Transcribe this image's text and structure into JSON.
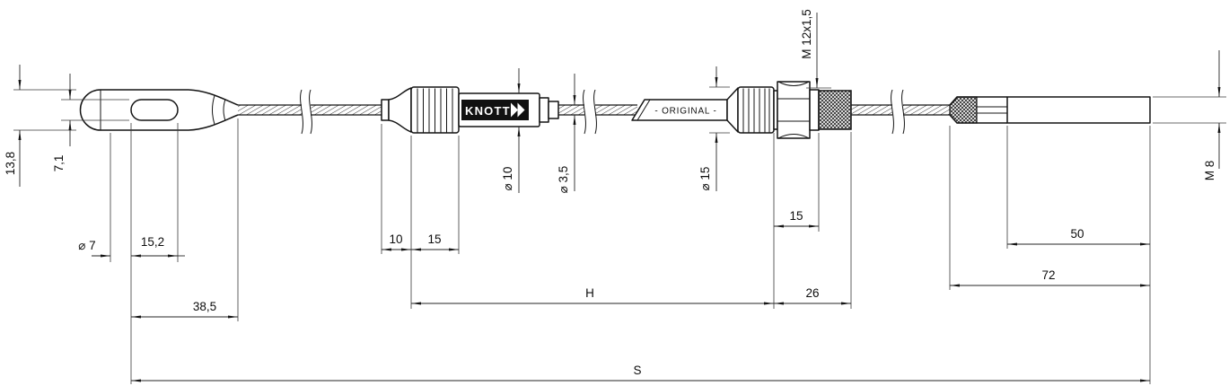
{
  "drawing": {
    "brand_label": "KNOTT",
    "original_label": "- ORIGINAL -",
    "dims": {
      "d13_8": "13,8",
      "d7_1": "7,1",
      "dia7": "⌀ 7",
      "d15_2": "15,2",
      "d38_5": "38,5",
      "d10": "10",
      "d15_cap": "15",
      "dia10": "⌀ 10",
      "dia3_5": "⌀ 3,5",
      "dia15": "⌀ 15",
      "m12": "M 12x1,5",
      "d15_thread": "15",
      "h": "H",
      "d26": "26",
      "d50": "50",
      "d72": "72",
      "m8": "M 8",
      "s": "S"
    }
  }
}
